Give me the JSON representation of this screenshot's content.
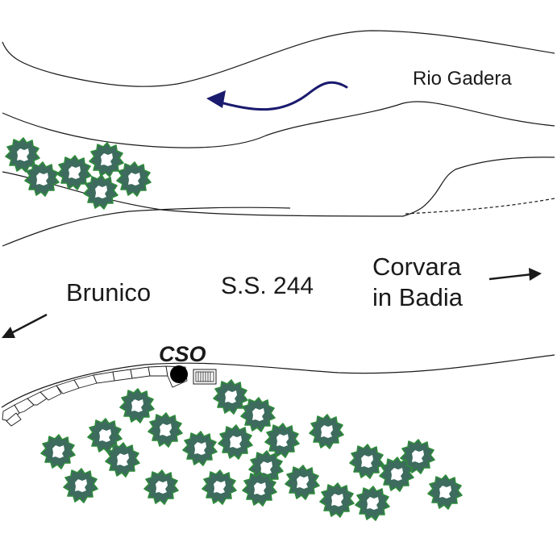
{
  "labels": {
    "river": "Rio Gadera",
    "road": "S.S. 244",
    "destination_left": "Brunico",
    "destination_right_line1": "Corvara",
    "destination_right_line2": "in Badia",
    "outfall": "CSO"
  },
  "icons": {
    "flow_direction": "river-flow-arrow-icon",
    "left_direction": "arrow-left-icon",
    "right_direction": "arrow-right-icon",
    "outfall_marker": "cso-point-icon",
    "grate": "drain-grate-icon",
    "vegetation": "tree-icon"
  },
  "colors": {
    "flow_arrow": "#1a1a6e",
    "tree_fill": "#3d6b5e",
    "tree_accent": "#2e8b3a",
    "line": "#1a1a1a",
    "background": "#ffffff"
  }
}
